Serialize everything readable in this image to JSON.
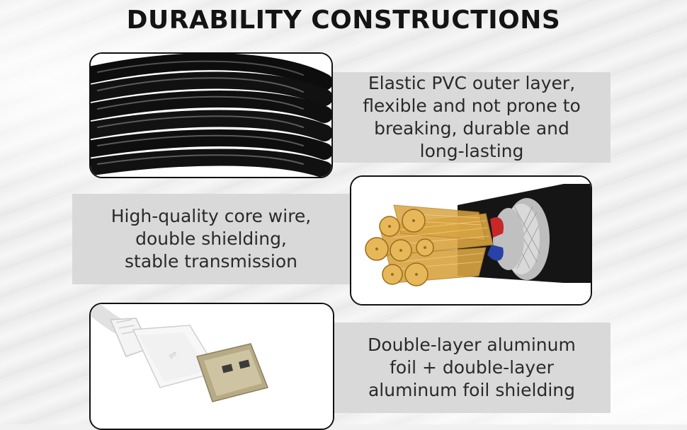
{
  "title": "DURABILITY CONSTRUCTIONS",
  "features": [
    {
      "text": "Elastic PVC outer layer,\nflexible and not prone to\nbreaking, durable and\nlong-lasting",
      "image": "coiled-black-cable"
    },
    {
      "text": "High-quality core wire,\ndouble shielding,\nstable transmission",
      "image": "cable-cross-section"
    },
    {
      "text": "Double-layer aluminum\nfoil + double-layer\naluminum foil shielding",
      "image": "usb-a-connector"
    }
  ],
  "colors": {
    "panel": "#d9d9d9",
    "text": "#2a2a2a",
    "frame_border": "#111111",
    "copper": "#d9a441"
  }
}
